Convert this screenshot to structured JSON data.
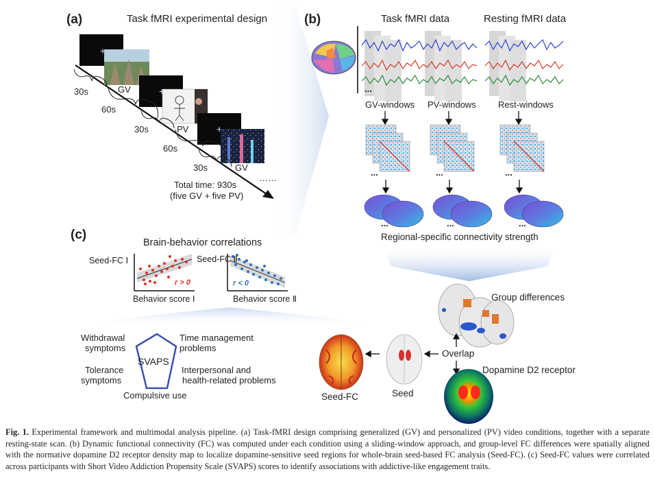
{
  "panel_a": {
    "label": "(a)",
    "title": "Task fMRI experimental design",
    "durations": [
      "30s",
      "60s",
      "30s",
      "60s",
      "30s"
    ],
    "clip_labels": [
      "GV",
      "PV",
      "GV"
    ],
    "ellipsis": "……",
    "total_line1": "Total time: 930s",
    "total_line2": "(five GV + five PV)"
  },
  "panel_b": {
    "label": "(b)",
    "task_title": "Task fMRI data",
    "rest_title": "Resting fMRI data",
    "dots": "...",
    "windows": [
      "GV-windows",
      "PV-windows",
      "Rest-windows"
    ],
    "footer": "Regional-specific connectivity strength"
  },
  "panel_c": {
    "label": "(c)",
    "title": "Brain-behavior correlations",
    "plot1_ylabel": "Seed-FC Ⅰ",
    "plot1_xlabel": "Behavior score Ⅰ",
    "plot1_stat": "r > 0",
    "plot2_ylabel": "Seed-FC Ⅱ",
    "plot2_xlabel": "Behavior score Ⅱ",
    "plot2_stat": "r < 0",
    "svaps": "SVAPS",
    "withdrawal1": "Withdrawal",
    "withdrawal2": "symptoms",
    "time1": "Time management",
    "time2": "problems",
    "tol1": "Tolerance",
    "tol2": "symptoms",
    "inter1": "Interpersonal and",
    "inter2": "health-related problems",
    "compulsive": "Compulsive use"
  },
  "lower": {
    "group_differences": "Group differences",
    "overlap": "Overlap",
    "d2": "Dopamine D2 receptor",
    "seed": "Seed",
    "seed_fc": "Seed-FC"
  },
  "caption": {
    "fig_label": "Fig. 1.",
    "text": "Experimental framework and multimodal analysis pipeline. (a) Task-fMRI design comprising generalized (GV) and personalized (PV) video conditions, together with a separate resting-state scan. (b) Dynamic functional connectivity (FC) was computed under each condition using a sliding-window approach, and group-level FC differences were spatially aligned with the normative dopamine D2 receptor density map to localize dopamine-sensitive seed regions for whole-brain seed-based FC analysis (Seed-FC). (c) Seed-FC values were correlated across participants with Short Video Addiction Propensity Scale (SVAPS) scores to identify associations with addictive-like engagement traits."
  }
}
